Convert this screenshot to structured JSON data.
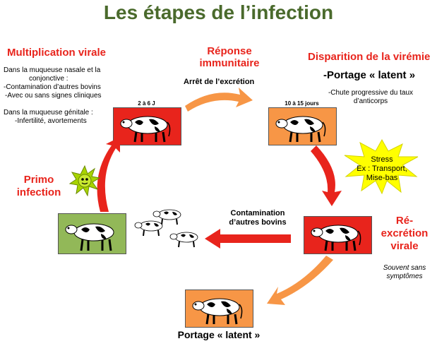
{
  "title": "Les étapes de l’infection",
  "stages": {
    "multiplication": {
      "heading": "Multiplication virale",
      "lines": [
        "Dans la muqueuse nasale et la",
        "conjonctive :",
        "-Contamination d’autres bovins",
        "-Avec ou sans signes cliniques",
        "",
        "Dans la muqueuse génitale :",
        "-Infertilité, avortements"
      ],
      "duration": "2 à 6 J"
    },
    "reponse": {
      "heading_line1": "Réponse",
      "heading_line2": "immunitaire",
      "sub": "Arrêt de l’excrétion"
    },
    "disparition": {
      "heading": "Disparition de la virémie",
      "sub": "-Portage « latent »",
      "line1": "-Chute progressive du taux",
      "line2": "d’anticorps",
      "duration": "10 à 15 jours"
    },
    "stress": {
      "label": "Stress",
      "line1": "Ex : Transport,",
      "line2": "Mise-bas"
    },
    "reexcretion": {
      "line1": "Ré-",
      "line2": "excrétion",
      "line3": "virale",
      "note_line1": "Souvent sans",
      "note_line2": "symptômes"
    },
    "contamination": {
      "line1": "Contamination",
      "line2": "d’autres bovins"
    },
    "primo": {
      "line1": "Primo",
      "line2": "infection"
    },
    "portage": {
      "label": "Portage « latent »"
    }
  },
  "colors": {
    "title": "#4a6a2c",
    "accent_red": "#e8241c",
    "box_red": "#e8241c",
    "box_orange": "#f79646",
    "box_green": "#92b858",
    "arrow_orange": "#f79646",
    "stress_yellow": "#ffff00"
  }
}
